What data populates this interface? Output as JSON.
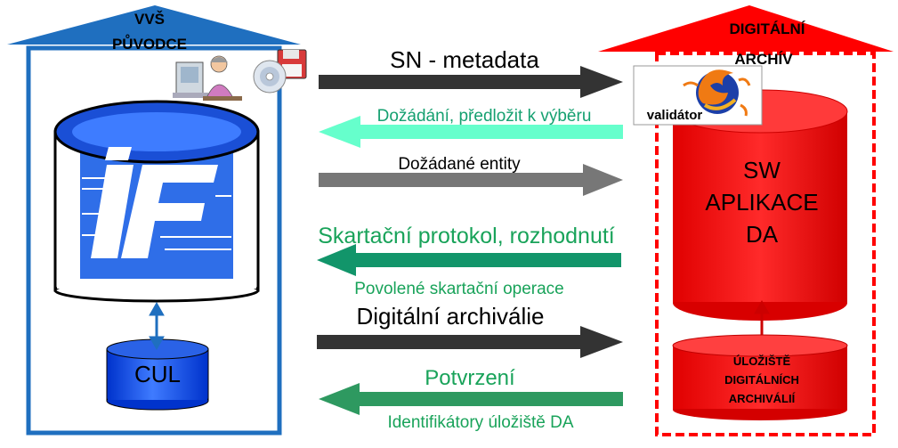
{
  "left_house": {
    "title_line1": "VVŠ",
    "title_line2": "PŮVODCE",
    "database_label": "CUL",
    "color": "#1f6fbf"
  },
  "right_house": {
    "title_line1": "DIGITÁLNÍ",
    "title_line2": "ARCHÍV",
    "app_line1": "SW",
    "app_line2": "APLIKACE",
    "app_line3": "DA",
    "storage_line1": "ÚLOŽIŠTĚ",
    "storage_line2": "DIGITÁLNÍCH",
    "storage_line3": "ARCHIVÁLIÍ",
    "validator_label": "validátor",
    "color": "#ff0000"
  },
  "flows": [
    {
      "label": "SN - metadata",
      "direction": "right",
      "color": "#333333"
    },
    {
      "label": "Dožádání, předložit k výběru",
      "direction": "left",
      "color": "#66ffcc"
    },
    {
      "label": "Dožádané entity",
      "direction": "right",
      "color": "#777777"
    },
    {
      "label": "Skartační protokol, rozhodnutí",
      "sublabel": "Povolené skartační operace",
      "direction": "left",
      "color": "#12956a"
    },
    {
      "label": "Digitální archiválie",
      "direction": "right",
      "color": "#333333"
    },
    {
      "label": "Potvrzení",
      "sublabel": "Identifikátory úložiště DA",
      "direction": "left",
      "color": "#2e9960"
    }
  ],
  "icons": [
    "computer-user-icon",
    "floppy-disk-icon",
    "cd-disc-icon",
    "if-logo-icon",
    "firefox-icon"
  ]
}
